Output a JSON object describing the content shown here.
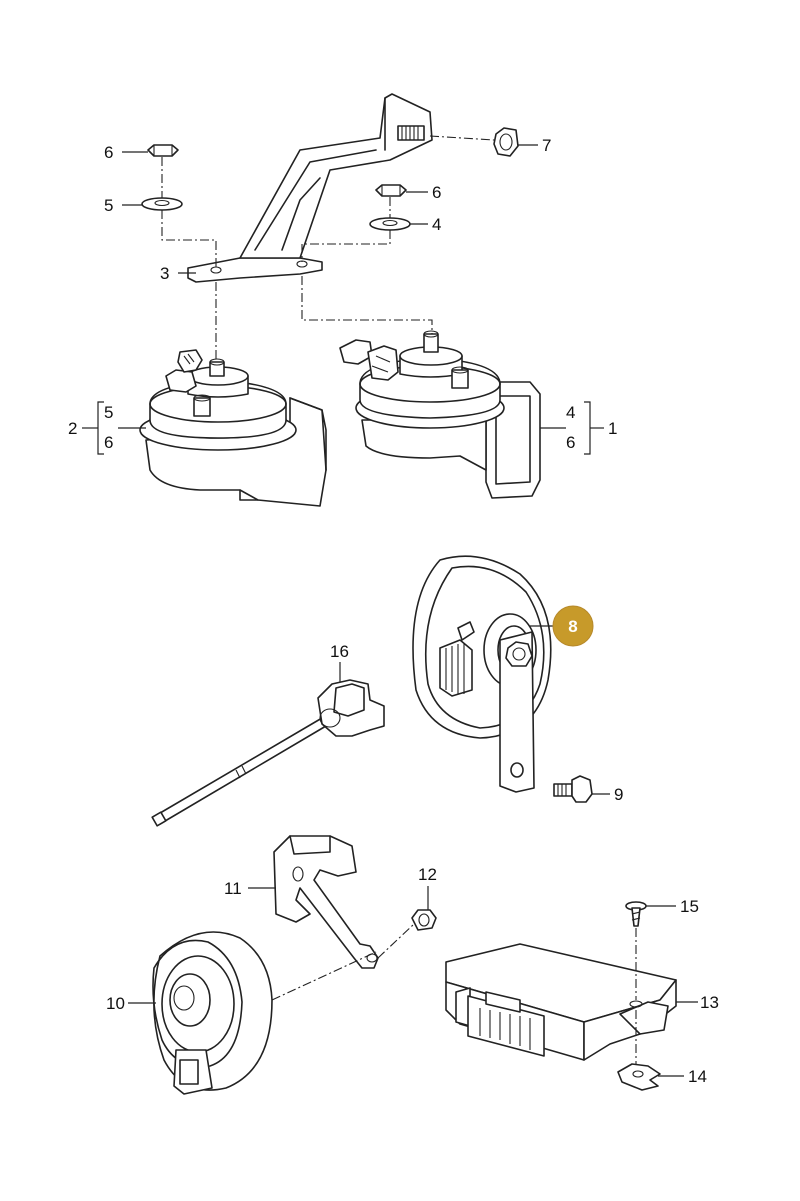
{
  "callouts": {
    "c1": "1",
    "c2": "2",
    "c3": "3",
    "c4a": "4",
    "c4b": "4",
    "c5a": "5",
    "c5b": "5",
    "c6a": "6",
    "c6b": "6",
    "c6c": "6",
    "c6d": "6",
    "c7": "7",
    "c8": "8",
    "c9": "9",
    "c10": "10",
    "c11": "11",
    "c12": "12",
    "c13": "13",
    "c14": "14",
    "c15": "15",
    "c16": "16"
  },
  "highlight": {
    "part": "8",
    "color": "#c79a2a"
  }
}
